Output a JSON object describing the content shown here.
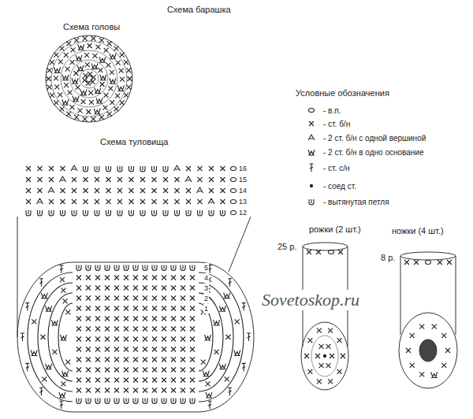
{
  "diagram": {
    "title": "Схема барашка",
    "labels": [
      "Схема головы",
      "Схема туловища",
      "Условные обозначения",
      "16",
      "15",
      "14",
      "13",
      "12",
      "5",
      "4",
      "3",
      "2",
      "1",
      "рожки (2 шт.)",
      "25 р.",
      "ножки (4 шт.)",
      "8 р.",
      "Sovetoskop.ru"
    ],
    "legend": [
      {
        "text": "- в.п."
      },
      {
        "text": "- ст. б/н"
      },
      {
        "text": "- 2 ст. б/н с одной вершиной"
      },
      {
        "text": "- 2 ст. б/н в одно основание"
      },
      {
        "text": "- ст. с/н"
      },
      {
        "text": "- соед ст."
      },
      {
        "text": "- вытянутая петля"
      }
    ]
  }
}
